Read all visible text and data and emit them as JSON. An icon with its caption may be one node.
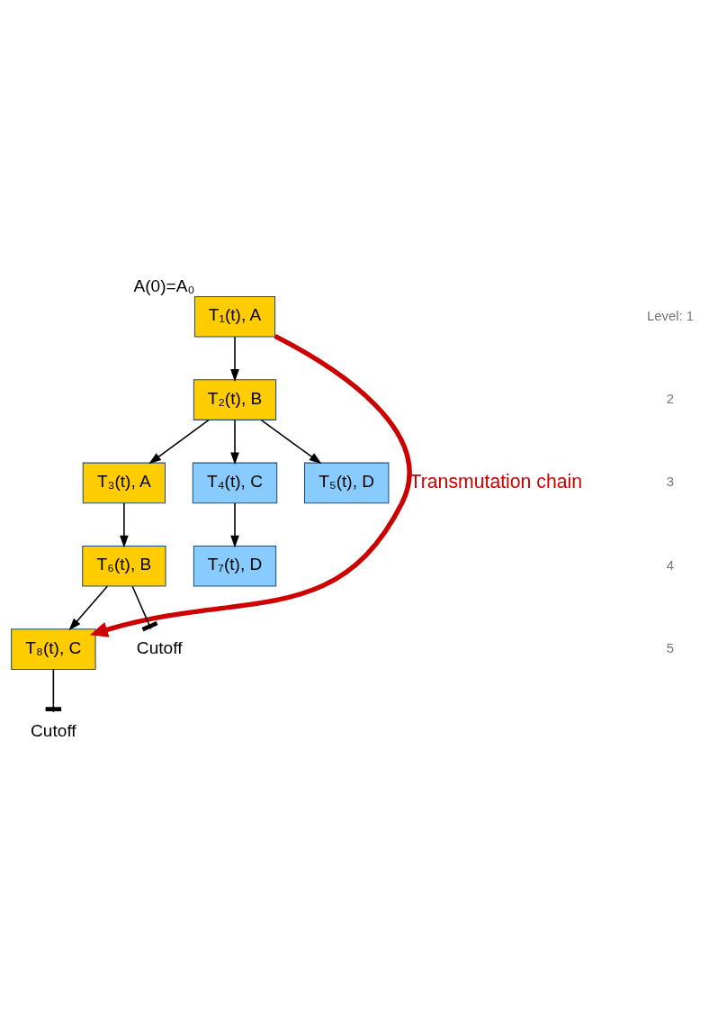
{
  "diagram": {
    "nodes": [
      {
        "text": [
          "T₁(t), A"
        ],
        "beside": [
          "A(0)=A₀"
        ]
      },
      {
        "text": [
          "T₂(t), B"
        ]
      },
      {
        "text": [
          "T₃(t), A"
        ]
      },
      {
        "text": [
          "T₄(t), C"
        ]
      },
      {
        "text": [
          "T₅(t), D"
        ]
      },
      {
        "text": [
          "T₆(t), B"
        ]
      },
      {
        "text": [
          "T₇(t), D"
        ]
      },
      {
        "text": [
          "T₈(t), C"
        ]
      },
      {
        "text": [
          "Cutoff"
        ]
      },
      {
        "text": [
          "Cutoff"
        ]
      }
    ],
    "edges": [
      {
        "from": 0,
        "to": 1,
        "arrow": "to"
      },
      {
        "from": 1,
        "to": 2,
        "arrow": "to"
      },
      {
        "from": 1,
        "to": 3,
        "arrow": "to"
      },
      {
        "from": 1,
        "to": 4,
        "arrow": "to"
      },
      {
        "from": 2,
        "to": 5,
        "arrow": "to"
      },
      {
        "from": 3,
        "to": 6,
        "arrow": "to"
      },
      {
        "from": 5,
        "to": 7,
        "arrow": "to"
      },
      {
        "from": 5,
        "to": 8,
        "arrow": "other"
      },
      {
        "from": 7,
        "to": 9,
        "arrow": "other"
      },
      {
        "from": 0,
        "to": 7,
        "arrow": "to",
        "label": "Transmutation chain",
        "style": "thick",
        "color": "#cc0000"
      }
    ],
    "labels": [
      "Level: 1",
      "2",
      "3",
      "4",
      "5"
    ]
  }
}
